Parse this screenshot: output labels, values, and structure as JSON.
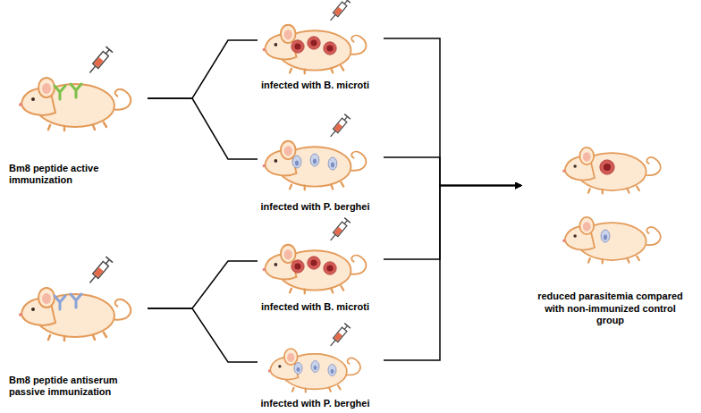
{
  "diagram": {
    "nodes": [
      {
        "text": [
          "Bm8 peptide active immunization"
        ]
      },
      {
        "text": [
          "infected with B. microti"
        ]
      },
      {
        "text": [
          "infected with P. berghei"
        ]
      },
      {
        "text": [
          "Bm8 peptide antiserum passive immunization"
        ]
      },
      {
        "text": [
          "infected with B. microti"
        ]
      },
      {
        "text": [
          "infected with P. berghei"
        ]
      },
      {
        "text": [
          "reduced parasitemia compared with non-immunized control group"
        ]
      }
    ],
    "edges": [
      {
        "from": 0,
        "to": 1,
        "arrow": "none"
      },
      {
        "from": 0,
        "to": 2,
        "arrow": "none"
      },
      {
        "from": 3,
        "to": 4,
        "arrow": "none"
      },
      {
        "from": 3,
        "to": 5,
        "arrow": "none"
      },
      {
        "from": 1,
        "to": 6,
        "arrow": "to"
      },
      {
        "from": 2,
        "to": 6,
        "arrow": "to"
      },
      {
        "from": 4,
        "to": 6,
        "arrow": "to"
      },
      {
        "from": 5,
        "to": 6,
        "arrow": "to"
      }
    ]
  }
}
